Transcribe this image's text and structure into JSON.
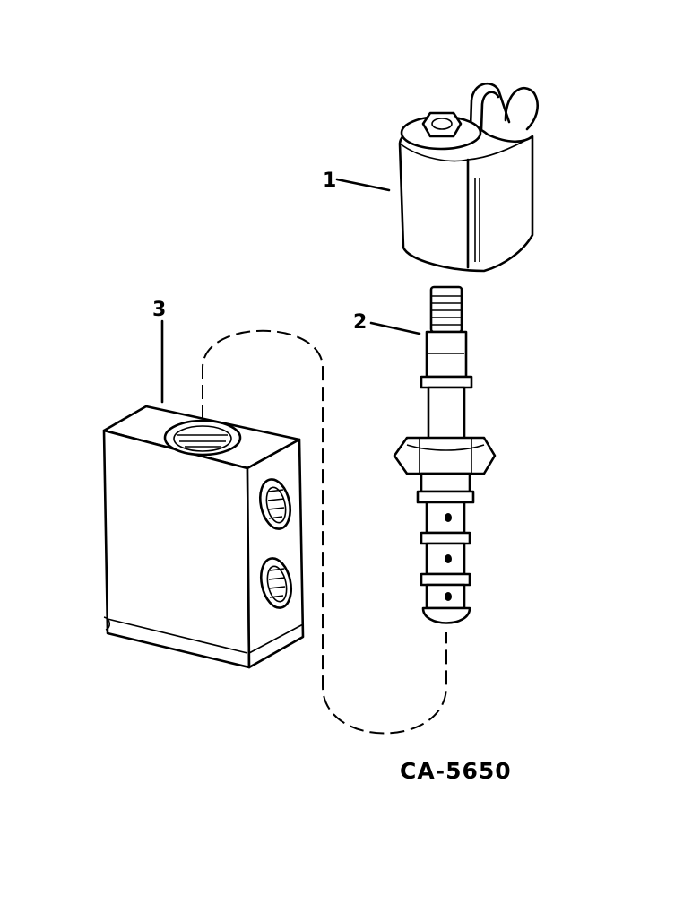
{
  "labels": {
    "part1": "1",
    "part2": "2",
    "part3": "3"
  },
  "drawing_code": "CA-5650"
}
